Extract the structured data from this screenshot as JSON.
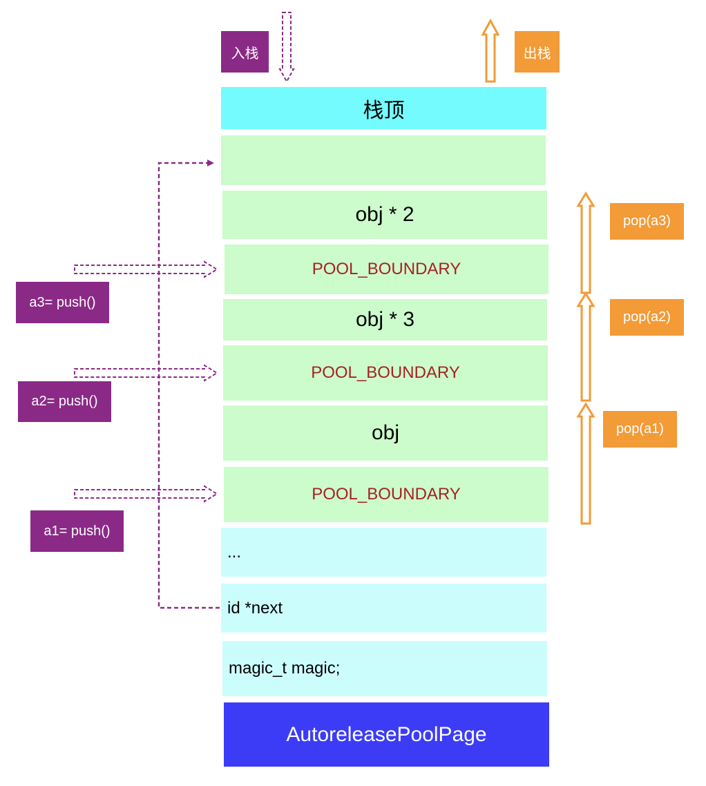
{
  "labels": {
    "push_in": "入栈",
    "pop_out": "出栈"
  },
  "stack": {
    "top": "栈顶",
    "empty": "",
    "obj2": "obj * 2",
    "boundary3": "POOL_BOUNDARY",
    "obj3": "obj * 3",
    "boundary2": "POOL_BOUNDARY",
    "obj1": "obj",
    "boundary1": "POOL_BOUNDARY",
    "ellipsis": "...",
    "next": "id *next",
    "magic": "magic_t magic;",
    "page": "AutoreleasePoolPage"
  },
  "push_labels": {
    "a3": "a3= push()",
    "a2": "a2= push()",
    "a1": "a1= push()"
  },
  "pop_labels": {
    "a3": "pop(a3)",
    "a2": "pop(a2)",
    "a1": "pop(a1)"
  },
  "colors": {
    "purple": "#8a2a86",
    "orange": "#f29b37",
    "top_cyan": "#73fbfd",
    "green": "#ccfbcc",
    "light_cyan": "#ccfdfd",
    "page_blue": "#3c3cf7",
    "boundary_text": "#a52222"
  }
}
